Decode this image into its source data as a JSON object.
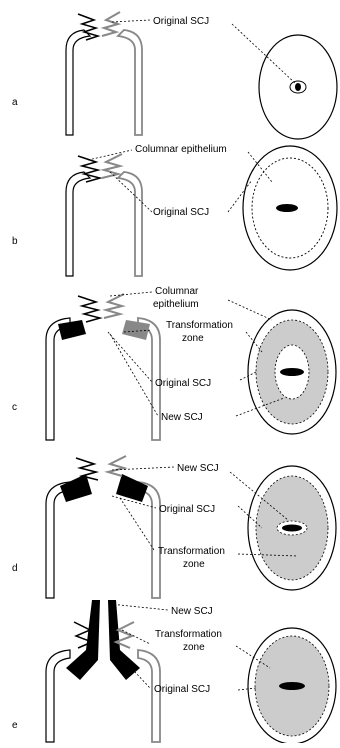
{
  "panels": [
    {
      "letter": "a",
      "labels": [
        "Original SCJ"
      ]
    },
    {
      "letter": "b",
      "labels": [
        "Columnar epithelium",
        "Original SCJ"
      ]
    },
    {
      "letter": "c",
      "labels": [
        "Columnar",
        "epithelium",
        "Transformation",
        "zone",
        "Original SCJ",
        "New SCJ"
      ]
    },
    {
      "letter": "d",
      "labels": [
        "New SCJ",
        "Original SCJ",
        "Transformation",
        "zone"
      ]
    },
    {
      "letter": "e",
      "labels": [
        "New SCJ",
        "Transformation",
        "zone",
        "Original SCJ"
      ]
    }
  ],
  "colors": {
    "line": "#000000",
    "tz_fill": "#cccccc",
    "background": "#ffffff"
  }
}
